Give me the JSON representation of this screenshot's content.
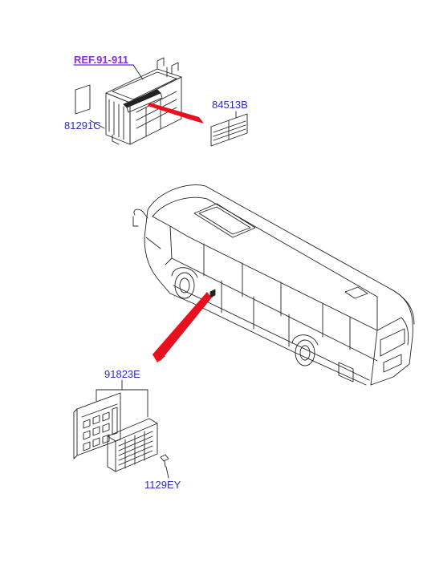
{
  "labels": {
    "ref": "REF.91-911",
    "p81291c": "81291C",
    "p84513b": "84513B",
    "p91823e": "91823E",
    "p1129ey": "1129EY"
  },
  "colors": {
    "ref_text": "#8a2be2",
    "part_text": "#2a2ad0",
    "arrow": "#e8101e",
    "line": "#222222"
  }
}
